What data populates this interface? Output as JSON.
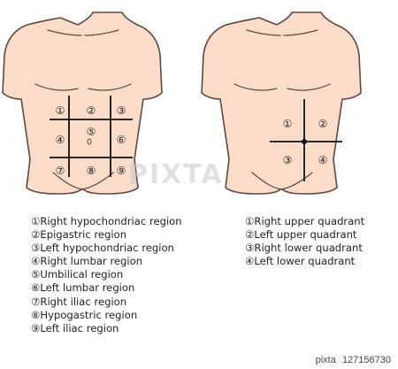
{
  "colors": {
    "skin": "#fadcc9",
    "outline": "#5a4a42",
    "grid": "#111111",
    "text": "#222222"
  },
  "figures": {
    "regions_grid_labels": [
      "①",
      "②",
      "③",
      "④",
      "⑤",
      "⑥",
      "⑦",
      "⑧",
      "⑨"
    ],
    "quadrant_grid_labels": [
      "①",
      "②",
      "③",
      "④"
    ]
  },
  "legends": {
    "regions": [
      "①Right hypochondriac region",
      "②Epigastric region",
      "③Left hypochondriac region",
      "④Right lumbar region",
      "⑤Umbilical region",
      "⑥Left lumbar region",
      "⑦Right iliac region",
      "⑧Hypogastric region",
      "⑨Left iliac region"
    ],
    "quadrants": [
      "①Right upper quadrant",
      "②Left upper quadrant",
      "③Right lower quadrant",
      "④Left lower quadrant"
    ]
  },
  "watermark": {
    "text": "PIXTA"
  },
  "credit": {
    "brand": "pixta",
    "id": "127156730"
  }
}
